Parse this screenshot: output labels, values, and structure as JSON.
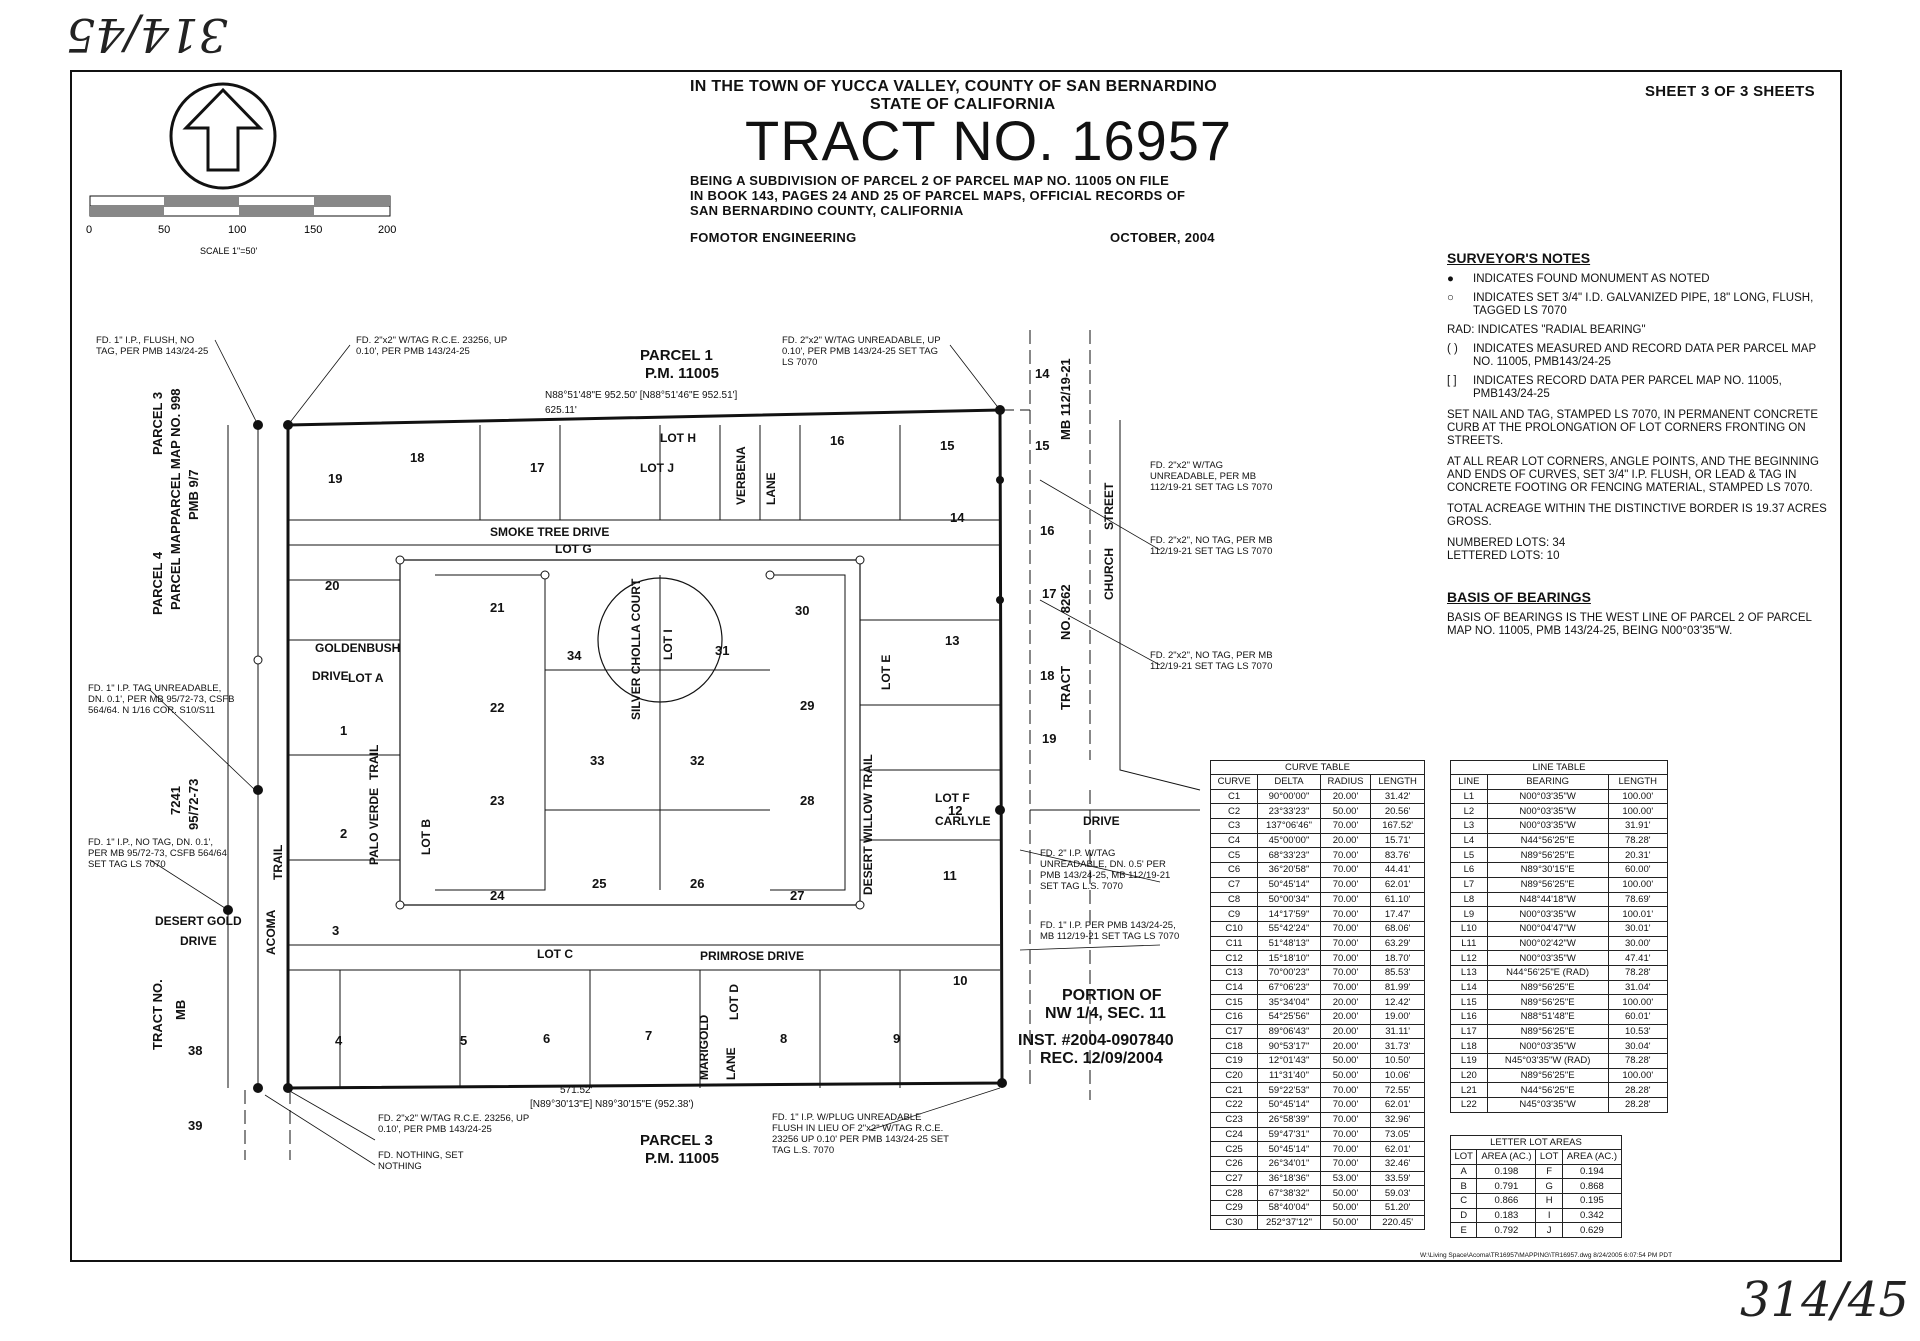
{
  "handwritten_top": "314/45",
  "handwritten_bottom": "314/45",
  "header": {
    "line1": "IN THE TOWN OF YUCCA VALLEY, COUNTY OF SAN BERNARDINO",
    "line2": "STATE OF CALIFORNIA",
    "title": "TRACT NO. 16957",
    "desc1": "BEING A SUBDIVISION OF PARCEL 2 OF PARCEL MAP NO. 11005 ON FILE",
    "desc2": "IN BOOK 143, PAGES 24 AND 25 OF PARCEL MAPS, OFFICIAL RECORDS OF",
    "desc3": "SAN BERNARDINO COUNTY, CALIFORNIA",
    "engineer": "FOMOTOR ENGINEERING",
    "date": "OCTOBER, 2004",
    "sheet": "SHEET 3 OF 3 SHEETS"
  },
  "scale": {
    "ticks": [
      "0",
      "50",
      "100",
      "150",
      "200"
    ],
    "label": "SCALE 1\"=50'"
  },
  "notes": {
    "heading": "SURVEYOR'S NOTES",
    "items": [
      {
        "sym": "●",
        "text": "INDICATES FOUND MONUMENT AS NOTED"
      },
      {
        "sym": "○",
        "text": "INDICATES SET 3/4\" I.D. GALVANIZED PIPE, 18\" LONG, FLUSH, TAGGED LS 7070"
      },
      {
        "sym": "",
        "text": "RAD: INDICATES \"RADIAL BEARING\""
      },
      {
        "sym": "( )",
        "text": "INDICATES MEASURED AND RECORD DATA PER PARCEL MAP NO. 11005, PMB143/24-25"
      },
      {
        "sym": "[ ]",
        "text": "INDICATES RECORD DATA PER PARCEL MAP NO. 11005, PMB143/24-25"
      }
    ],
    "p1": "SET NAIL AND TAG, STAMPED LS 7070, IN PERMANENT CONCRETE CURB AT THE PROLONGATION OF LOT CORNERS FRONTING ON STREETS.",
    "p2": "AT ALL REAR LOT CORNERS, ANGLE POINTS, AND THE BEGINNING AND ENDS OF CURVES, SET 3/4\" I.P. FLUSH, OR LEAD & TAG IN CONCRETE FOOTING OR FENCING MATERIAL, STAMPED LS 7070.",
    "p3": "TOTAL ACREAGE WITHIN THE DISTINCTIVE BORDER IS 19.37 ACRES GROSS.",
    "numbered": "NUMBERED LOTS:   34",
    "lettered": "LETTERED LOTS:   10",
    "basis_heading": "BASIS OF BEARINGS",
    "basis": "BASIS OF BEARINGS IS THE WEST LINE OF PARCEL 2 OF PARCEL MAP NO. 11005, PMB 143/24-25, BEING N00°03'35\"W."
  },
  "curve_table": {
    "title": "CURVE TABLE",
    "headers": [
      "CURVE",
      "DELTA",
      "RADIUS",
      "LENGTH"
    ],
    "rows": [
      [
        "C1",
        "90°00'00\"",
        "20.00'",
        "31.42'"
      ],
      [
        "C2",
        "23°33'23\"",
        "50.00'",
        "20.56'"
      ],
      [
        "C3",
        "137°06'46\"",
        "70.00'",
        "167.52'"
      ],
      [
        "C4",
        "45°00'00\"",
        "20.00'",
        "15.71'"
      ],
      [
        "C5",
        "68°33'23\"",
        "70.00'",
        "83.76'"
      ],
      [
        "C6",
        "36°20'58\"",
        "70.00'",
        "44.41'"
      ],
      [
        "C7",
        "50°45'14\"",
        "70.00'",
        "62.01'"
      ],
      [
        "C8",
        "50°00'34\"",
        "70.00'",
        "61.10'"
      ],
      [
        "C9",
        "14°17'59\"",
        "70.00'",
        "17.47'"
      ],
      [
        "C10",
        "55°42'24\"",
        "70.00'",
        "68.06'"
      ],
      [
        "C11",
        "51°48'13\"",
        "70.00'",
        "63.29'"
      ],
      [
        "C12",
        "15°18'10\"",
        "70.00'",
        "18.70'"
      ],
      [
        "C13",
        "70°00'23\"",
        "70.00'",
        "85.53'"
      ],
      [
        "C14",
        "67°06'23\"",
        "70.00'",
        "81.99'"
      ],
      [
        "C15",
        "35°34'04\"",
        "20.00'",
        "12.42'"
      ],
      [
        "C16",
        "54°25'56\"",
        "20.00'",
        "19.00'"
      ],
      [
        "C17",
        "89°06'43\"",
        "20.00'",
        "31.11'"
      ],
      [
        "C18",
        "90°53'17\"",
        "20.00'",
        "31.73'"
      ],
      [
        "C19",
        "12°01'43\"",
        "50.00'",
        "10.50'"
      ],
      [
        "C20",
        "11°31'40\"",
        "50.00'",
        "10.06'"
      ],
      [
        "C21",
        "59°22'53\"",
        "70.00'",
        "72.55'"
      ],
      [
        "C22",
        "50°45'14\"",
        "70.00'",
        "62.01'"
      ],
      [
        "C23",
        "26°58'39\"",
        "70.00'",
        "32.96'"
      ],
      [
        "C24",
        "59°47'31\"",
        "70.00'",
        "73.05'"
      ],
      [
        "C25",
        "50°45'14\"",
        "70.00'",
        "62.01'"
      ],
      [
        "C26",
        "26°34'01\"",
        "70.00'",
        "32.46'"
      ],
      [
        "C27",
        "36°18'36\"",
        "53.00'",
        "33.59'"
      ],
      [
        "C28",
        "67°38'32\"",
        "50.00'",
        "59.03'"
      ],
      [
        "C29",
        "58°40'04\"",
        "50.00'",
        "51.20'"
      ],
      [
        "C30",
        "252°37'12\"",
        "50.00'",
        "220.45'"
      ]
    ]
  },
  "line_table": {
    "title": "LINE TABLE",
    "headers": [
      "LINE",
      "BEARING",
      "LENGTH"
    ],
    "rows": [
      [
        "L1",
        "N00°03'35\"W",
        "100.00'"
      ],
      [
        "L2",
        "N00°03'35\"W",
        "100.00'"
      ],
      [
        "L3",
        "N00°03'35\"W",
        "31.91'"
      ],
      [
        "L4",
        "N44°56'25\"E",
        "78.28'"
      ],
      [
        "L5",
        "N89°56'25\"E",
        "20.31'"
      ],
      [
        "L6",
        "N89°30'15\"E",
        "60.00'"
      ],
      [
        "L7",
        "N89°56'25\"E",
        "100.00'"
      ],
      [
        "L8",
        "N48°44'18\"W",
        "78.69'"
      ],
      [
        "L9",
        "N00°03'35\"W",
        "100.01'"
      ],
      [
        "L10",
        "N00°04'47\"W",
        "30.01'"
      ],
      [
        "L11",
        "N00°02'42\"W",
        "30.00'"
      ],
      [
        "L12",
        "N00°03'35\"W",
        "47.41'"
      ],
      [
        "L13",
        "N44°56'25\"E (RAD)",
        "78.28'"
      ],
      [
        "L14",
        "N89°56'25\"E",
        "31.04'"
      ],
      [
        "L15",
        "N89°56'25\"E",
        "100.00'"
      ],
      [
        "L16",
        "N88°51'48\"E",
        "60.01'"
      ],
      [
        "L17",
        "N89°56'25\"E",
        "10.53'"
      ],
      [
        "L18",
        "N00°03'35\"W",
        "30.04'"
      ],
      [
        "L19",
        "N45°03'35\"W (RAD)",
        "78.28'"
      ],
      [
        "L20",
        "N89°56'25\"E",
        "100.00'"
      ],
      [
        "L21",
        "N44°56'25\"E",
        "28.28'"
      ],
      [
        "L22",
        "N45°03'35\"W",
        "28.28'"
      ]
    ]
  },
  "letter_lots": {
    "title": "LETTER LOT AREAS",
    "headers": [
      "LOT",
      "AREA (AC.)",
      "LOT",
      "AREA (AC.)"
    ],
    "rows": [
      [
        "A",
        "0.198",
        "F",
        "0.194"
      ],
      [
        "B",
        "0.791",
        "G",
        "0.868"
      ],
      [
        "C",
        "0.866",
        "H",
        "0.195"
      ],
      [
        "D",
        "0.183",
        "I",
        "0.342"
      ],
      [
        "E",
        "0.792",
        "J",
        "0.629"
      ]
    ]
  },
  "map": {
    "parcel1": "PARCEL 1",
    "pm1": "P.M. 11005",
    "parcel3": "PARCEL 3",
    "pm3": "P.M. 11005",
    "portion1": "PORTION OF",
    "portion2": "NW 1/4, SEC. 11",
    "inst1": "INST. #2004-0907840",
    "inst2": "REC. 12/09/2004",
    "north_bearing": "N88°51'48\"E  952.50' [N88°51'46\"E  952.51']",
    "north_partial": "625.11'",
    "south_bearing": "[N89°30'13\"E]  N89°30'15\"E  (952.38')",
    "south_partial": "571.52'",
    "streets": [
      "SMOKE TREE DRIVE",
      "GOLDENBUSH",
      "DRIVE",
      "PRIMROSE DRIVE",
      "CARLYLE",
      "DRIVE",
      "DESERT GOLD",
      "DRIVE",
      "ACOMA",
      "TRAIL",
      "PALO VERDE",
      "TRAIL",
      "DESERT WILLOW TRAIL",
      "SILVER CHOLLA COURT",
      "CHURCH",
      "STREET",
      "MARIGOLD",
      "LANE",
      "VERBENA",
      "LANE"
    ],
    "lots": [
      "1",
      "2",
      "3",
      "4",
      "5",
      "6",
      "7",
      "8",
      "9",
      "10",
      "11",
      "12",
      "13",
      "14",
      "15",
      "16",
      "17",
      "18",
      "19",
      "20",
      "21",
      "22",
      "23",
      "24",
      "25",
      "26",
      "27",
      "28",
      "29",
      "30",
      "31",
      "32",
      "33",
      "34"
    ],
    "lettered": [
      "LOT A",
      "LOT B",
      "LOT C",
      "LOT D",
      "LOT E",
      "LOT F",
      "LOT G",
      "LOT H",
      "LOT I",
      "LOT J"
    ],
    "adjacent": [
      "PARCEL 3",
      "PARCEL MAP NO. 998",
      "PMB 9/7",
      "PARCEL 4",
      "PARCEL MAP",
      "7241",
      "95/72-73",
      "TRACT NO.",
      "MB",
      "38",
      "39",
      "14",
      "15",
      "16",
      "17",
      "18",
      "19",
      "TRACT",
      "NO. 8262",
      "MB 112/19-21"
    ],
    "callouts": [
      "FD. 1\" I.P., FLUSH, NO TAG, PER PMB 143/24-25",
      "FD. 2\"x2\" W/TAG R.C.E. 23256, UP 0.10', PER PMB 143/24-25",
      "FD. 2\"x2\" W/TAG UNREADABLE, UP 0.10', PER PMB 143/24-25 SET TAG LS 7070",
      "FD. 2\"x2\" W/TAG UNREADABLE, PER MB 112/19-21 SET TAG LS 7070",
      "FD. 2\"x2\", NO TAG, PER MB 112/19-21 SET TAG LS 7070",
      "FD. 2\"x2\", NO TAG, PER MB 112/19-21 SET TAG LS 7070",
      "FD. 1\" I.P. TAG UNREADABLE, DN. 0.1', PER MB 95/72-73, CSFB 564/64. N 1/16 COR. S10/S11",
      "FD. 1\" I.P., NO TAG, DN. 0.1', PER MB 95/72-73, CSFB 564/64 SET TAG LS 7070",
      "FD. 2\" I.P. W/TAG UNREADABLE, DN. 0.5' PER PMB 143/24-25, MB 112/19-21 SET TAG L.S. 7070",
      "FD. 1\" I.P. PER PMB 143/24-25, MB 112/19-21 SET TAG LS 7070",
      "FD. 2\"x2\" W/TAG R.C.E. 23256, UP 0.10', PER PMB 143/24-25",
      "FD. NOTHING, SET NOTHING",
      "FD. 1\" I.P. W/PLUG UNREADABLE FLUSH IN LIEU OF 2\"x2\" W/TAG R.C.E. 23256 UP 0.10' PER PMB 143/24-25 SET TAG L.S. 7070"
    ]
  },
  "footer_path": "W:\\Living Space\\Acoma\\TR16957\\MAPPING\\TR16957.dwg   8/24/2005   6:07:54 PM PDT"
}
